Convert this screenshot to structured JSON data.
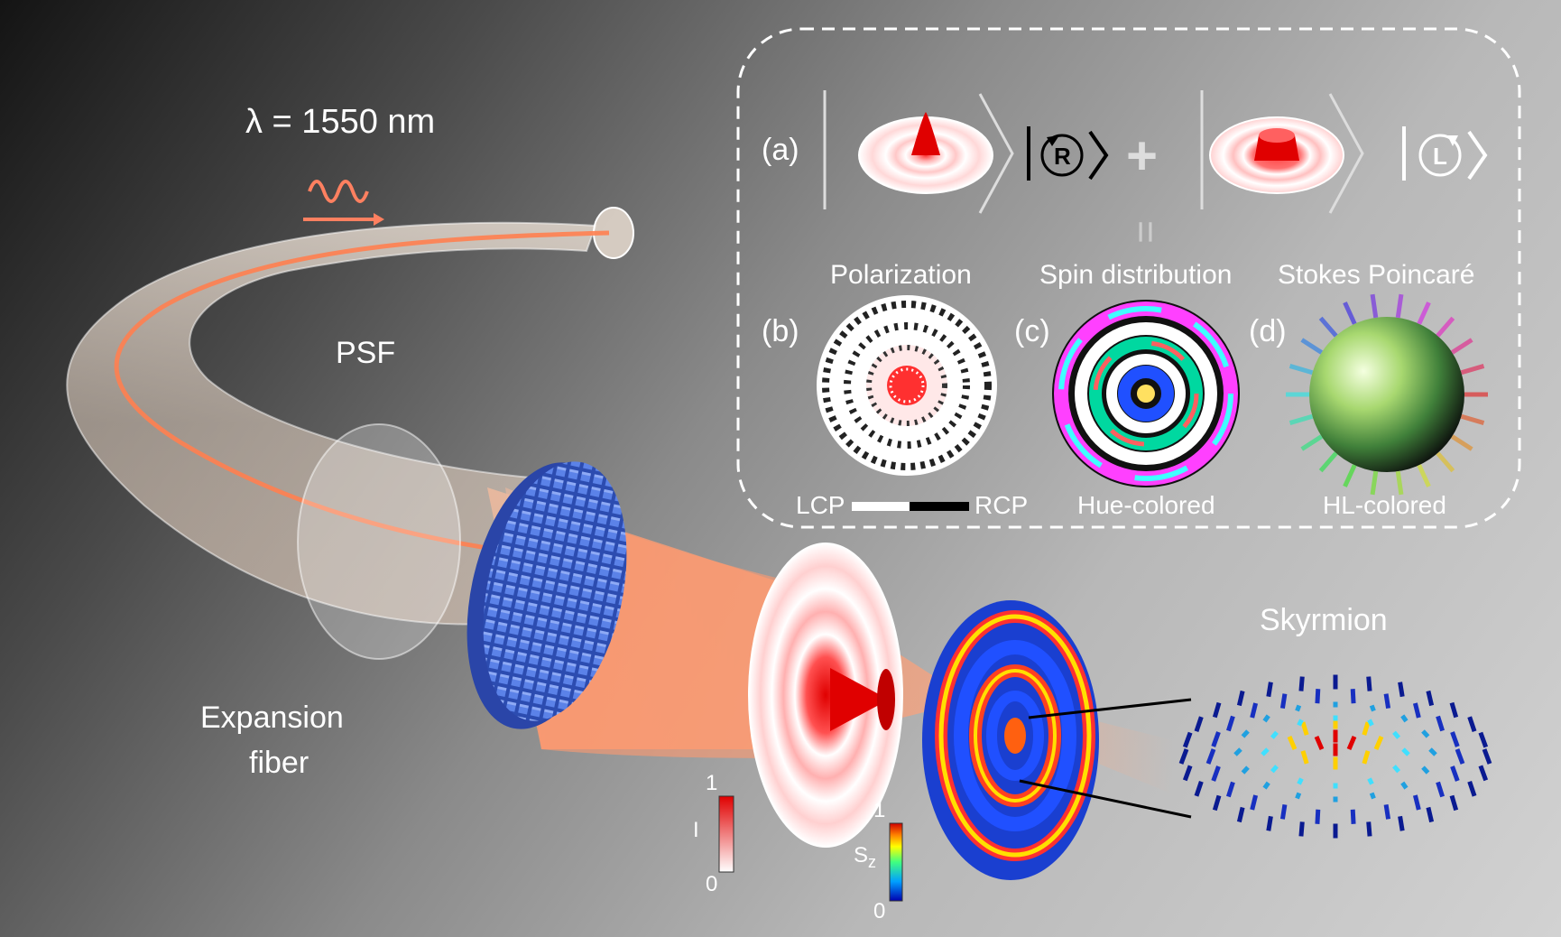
{
  "labels": {
    "wavelength": "λ  = 1550 nm",
    "psf": "PSF",
    "expansion_line1": "Expansion",
    "expansion_line2": "fiber",
    "skyrmion": "Skyrmion"
  },
  "inset": {
    "panel_a": "(a)",
    "panel_b": "(b)",
    "panel_c": "(c)",
    "panel_d": "(d)",
    "ket_r": "R",
    "ket_l": "L",
    "plus": "+",
    "equals": "=",
    "heading_polarization": "Polarization",
    "heading_spin": "Spin distribution",
    "heading_stokes": "Stokes Poincaré",
    "lcp": "LCP",
    "rcp": "RCP",
    "hue_colored": "Hue-colored",
    "hl_colored": "HL-colored"
  },
  "colorbars": {
    "intensity": {
      "symbol": "I",
      "max": "1",
      "min": "0",
      "colors": [
        "#ffffff",
        "#e00000"
      ]
    },
    "sz": {
      "symbol": "S",
      "subscript": "z",
      "max": "1",
      "min": "0",
      "colors": [
        "#0000b0",
        "#00a0ff",
        "#40ff80",
        "#ffff00",
        "#ff8000",
        "#d00000"
      ]
    }
  },
  "colors": {
    "beam": "#ff9a70",
    "fiber_core": "#ff7f50",
    "metasurface": "#4a6fd8",
    "intensity_peak": "#e00000"
  }
}
